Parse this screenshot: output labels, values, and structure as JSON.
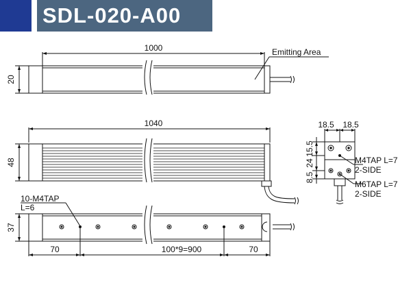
{
  "header": {
    "title": "SDL-020-A00"
  },
  "drawing": {
    "top_view": {
      "length_label": "1000",
      "height_label": "20",
      "emitting_area_label": "Emitting Area"
    },
    "side_view": {
      "length_label": "1040",
      "height_label": "48"
    },
    "bottom_view": {
      "height_label": "37",
      "tap_label_line1": "10-M4TAP",
      "tap_label_line2": "L=6",
      "left_margin_label": "70",
      "pitch_label": "100*9=900",
      "right_margin_label": "70"
    },
    "end_view": {
      "width_left_label": "18.5",
      "width_right_label": "18.5",
      "dim_15_5": "15.5",
      "dim_24": "24",
      "dim_8_5": "8.5",
      "m4_tap_line1": "M4TAP L=7",
      "m4_tap_line2": "2-SIDE",
      "m6_tap_line1": "M6TAP L=7",
      "m6_tap_line2": "2-SIDE"
    }
  },
  "colors": {
    "header_bg": "#4c6680",
    "header_accent": "#1f3a93",
    "line": "#111111"
  }
}
